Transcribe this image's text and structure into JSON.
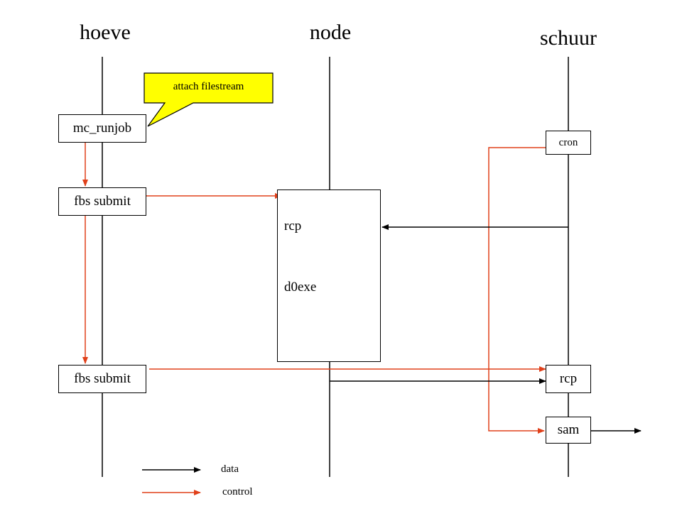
{
  "lanes": {
    "hoeve": "hoeve",
    "node": "node",
    "schuur": "schuur"
  },
  "callout": {
    "text": "attach filestream",
    "fill": "#ffff00"
  },
  "boxes": {
    "mc_runjob": "mc_runjob",
    "fbs_submit_1": "fbs submit",
    "fbs_submit_2": "fbs submit",
    "cron": "cron",
    "rcp_schuur": "rcp",
    "sam": "sam"
  },
  "node_box": {
    "line1": "rcp",
    "line2": "d0exe"
  },
  "legend": {
    "data": "data",
    "control": "control"
  },
  "colors": {
    "data": "#000000",
    "control": "#e0401a"
  }
}
